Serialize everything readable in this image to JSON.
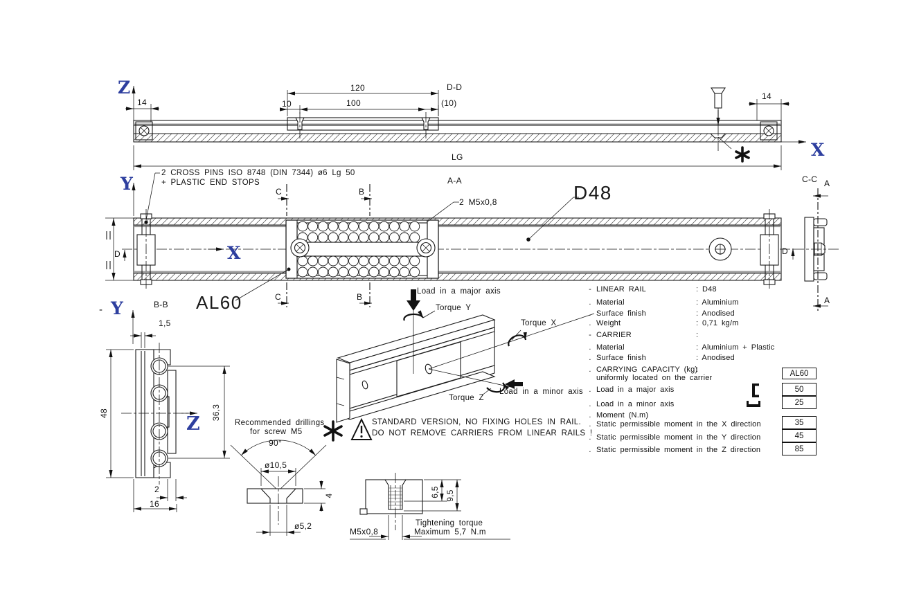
{
  "colors": {
    "axis": "#2e3f9f",
    "line": "#1a1a1a",
    "background": "#ffffff"
  },
  "top_view": {
    "axis_z": "Z",
    "axis_x": "X",
    "dim_14_left": "14",
    "dim_120": "120",
    "dim_10": "10",
    "dim_100": "100",
    "section_dd": "D-D",
    "dim_10_ref": "(10)",
    "dim_14_right": "14",
    "dim_lg": "LG"
  },
  "plan_view": {
    "axis_y": "Y",
    "axis_x": "X",
    "note_line1": "2 CROSS PINS ISO 8748 (DIN 7344) ø6 Lg 50",
    "note_line2": "+ PLASTIC END STOPS",
    "section_aa": "A-A",
    "callout_m5": "2 M5x0,8",
    "label_d48": "D48",
    "section_cc": "C-C",
    "label_al60": "AL60",
    "section_bb": "B-B",
    "mark_c": "C",
    "mark_b": "B",
    "mark_a": "A",
    "mark_d": "D"
  },
  "bb_section": {
    "axis_minus": "-",
    "axis_y": "Y",
    "axis_z": "Z",
    "dim_1_5": "1,5",
    "dim_48": "48",
    "dim_36_3": "36,3",
    "dim_2": "2",
    "dim_16": "16"
  },
  "drilling_detail": {
    "title_line1": "Recommended drillings",
    "title_line2": "for screw M5",
    "dim_angle": "90°",
    "dim_d10_5": "ø10,5",
    "dim_4": "4",
    "dim_d5_2": "ø5,2"
  },
  "screw_detail": {
    "dim_6_5": "6,5",
    "dim_9_5": "9,5",
    "label_thread": "M5x0,8",
    "torque_line1": "Tightening torque",
    "torque_line2": "Maximum 5,7 N.m"
  },
  "torque_diagram": {
    "load_major": "Load in a major axis",
    "torque_y": "Torque Y",
    "torque_x": "Torque X",
    "torque_z": "Torque Z",
    "load_minor": "Load in a minor axis"
  },
  "warning": {
    "line1": "STANDARD VERSION, NO FIXING HOLES IN RAIL.",
    "line2": "DO NOT REMOVE CARRIERS FROM LINEAR RAILS !"
  },
  "specs": {
    "rows": [
      {
        "bullet": "-",
        "label": "LINEAR RAIL",
        "value": ": D48"
      },
      {
        "bullet": ".",
        "label": "Material",
        "value": ": Aluminium"
      },
      {
        "bullet": ".",
        "label": "Surface finish",
        "value": ": Anodised"
      },
      {
        "bullet": ".",
        "label": "Weight",
        "value": ": 0,71 kg/m"
      },
      {
        "bullet": "-",
        "label": "CARRIER",
        "value": ":"
      },
      {
        "bullet": ".",
        "label": "Material",
        "value": ": Aluminium + Plastic"
      },
      {
        "bullet": ".",
        "label": "Surface finish",
        "value": ": Anodised"
      },
      {
        "bullet": ".",
        "label": "CARRYING CAPACITY (kg)",
        "value": ":"
      },
      {
        "bullet": "",
        "label": "uniformly located on the carrier",
        "value": ""
      },
      {
        "bullet": ".",
        "label": "Load in a major axis",
        "value": ""
      },
      {
        "bullet": ".",
        "label": "Load in a minor axis",
        "value": ""
      },
      {
        "bullet": ".",
        "label": "Moment (N.m)",
        "value": ""
      },
      {
        "bullet": ".",
        "label": "Static permissible moment in the X direction",
        "value": ""
      },
      {
        "bullet": ".",
        "label": "Static permissible moment in the Y direction",
        "value": ""
      },
      {
        "bullet": ".",
        "label": "Static permissible moment in the Z direction",
        "value": ""
      }
    ]
  },
  "capacity_table": {
    "header": "AL60",
    "values": [
      "50",
      "25",
      "35",
      "45",
      "85"
    ]
  }
}
